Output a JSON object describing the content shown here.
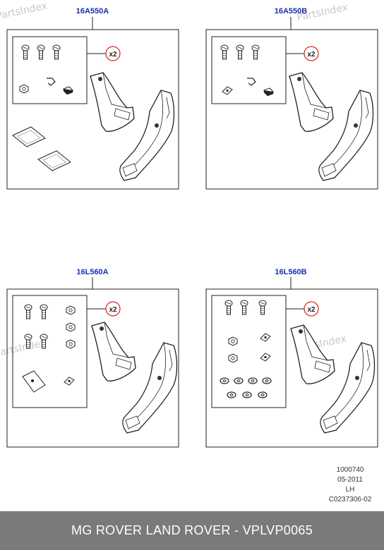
{
  "panels": [
    {
      "id": "tl",
      "part": "16A550A",
      "qty": "x2"
    },
    {
      "id": "tr",
      "part": "16A550B",
      "qty": "x2"
    },
    {
      "id": "bl",
      "part": "16L560A",
      "qty": "x2"
    },
    {
      "id": "br",
      "part": "16L560B",
      "qty": "x2"
    }
  ],
  "meta": {
    "line1": "1000740",
    "line2": "05-2011",
    "line3": "LH",
    "line4": "C0237306-02"
  },
  "watermark": "PartsIndex",
  "footer": {
    "title": "MG ROVER LAND ROVER - VPLVP0065"
  },
  "colors": {
    "label_blue": "#1a2fb0",
    "qty_red": "#d9241c",
    "footer_bg": "#7a7a7a"
  }
}
